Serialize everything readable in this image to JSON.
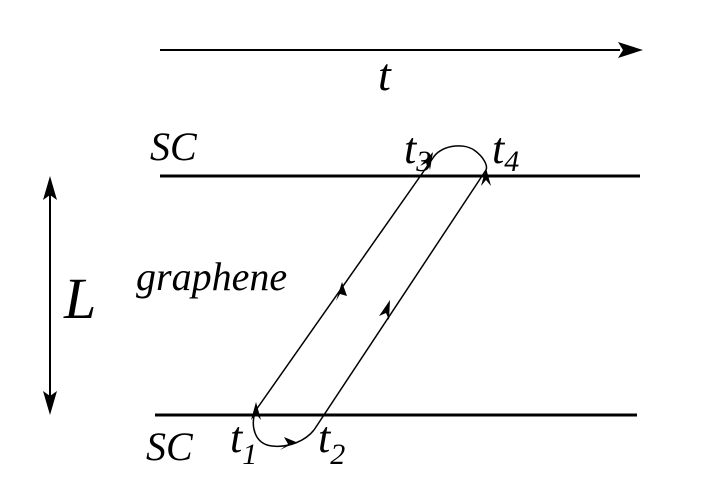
{
  "labels": {
    "time_axis": "t",
    "sc_top": "SC",
    "sc_bottom": "SC",
    "length": "L",
    "region": "graphene",
    "t1_base": "t",
    "t1_sub": "1",
    "t2_base": "t",
    "t2_sub": "2",
    "t3_base": "t",
    "t3_sub": "3",
    "t4_base": "t",
    "t4_sub": "4"
  },
  "colors": {
    "ink": "#000000",
    "background": "#ffffff"
  }
}
